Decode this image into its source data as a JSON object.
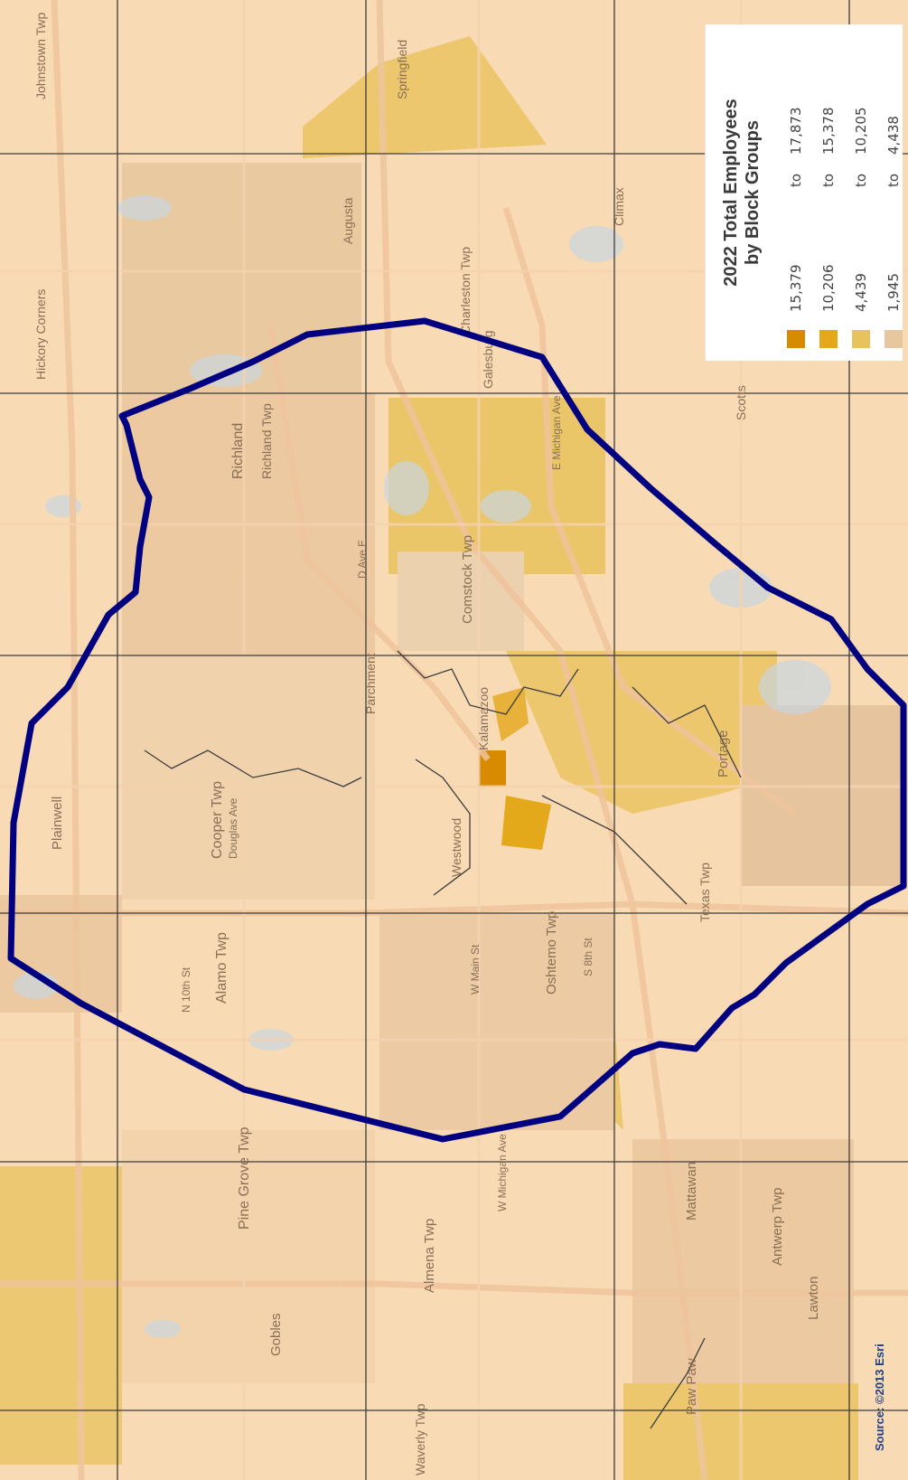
{
  "map": {
    "legend": {
      "title_line1": "2022 Total Employees",
      "title_line2": "by Block Groups",
      "ranges": [
        {
          "from": "15,379",
          "to_word": "to",
          "to": "17,873",
          "color": "#d88a00"
        },
        {
          "from": "10,206",
          "to_word": "to",
          "to": "15,378",
          "color": "#e4a81b"
        },
        {
          "from": "4,439",
          "to_word": "to",
          "to": "10,205",
          "color": "#e8c25c"
        },
        {
          "from": "1,945",
          "to_word": "to",
          "to": "4,438",
          "color": "#e7c89e"
        }
      ]
    },
    "source": "Source: ©2013 Esri",
    "place_labels": [
      "Johnstown Twp",
      "Hickory Corners",
      "Richland",
      "Richland Twp",
      "Augusta",
      "Springfield",
      "Charleston Twp",
      "Galesburg",
      "Climax",
      "Comstock Twp",
      "Parchment",
      "Kalamazoo",
      "Cooper Twp",
      "Plainwell",
      "Alamo Twp",
      "Westwood",
      "Oshtemo Twp",
      "Portage",
      "Texas Twp",
      "Scotts",
      "Pine Grove Twp",
      "Gobles",
      "Almena Twp",
      "Mattawan",
      "Antwerp Twp",
      "Lawton",
      "Paw Paw",
      "Waverly Twp"
    ],
    "road_labels": [
      "Douglas Ave",
      "W Main St",
      "D Ave E",
      "N 10th St",
      "W Michigan Ave",
      "E Michigan Ave",
      "S 8th St"
    ],
    "colors": {
      "base": "#f8dbb4",
      "ring": "#000080",
      "lines": "#3c3c3c",
      "road": "#efc49c",
      "water": "#c9d6e0"
    }
  }
}
